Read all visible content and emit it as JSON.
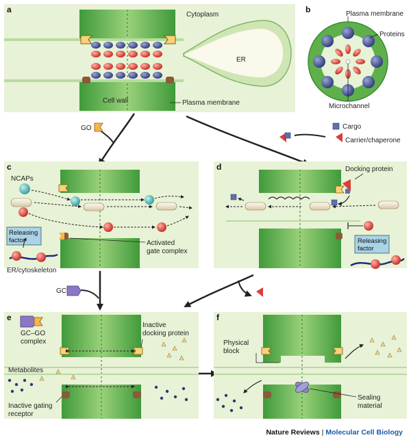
{
  "panels": {
    "a": {
      "letter": "a",
      "labels": {
        "cytoplasm": "Cytoplasm",
        "er": "ER",
        "cell_wall": "Cell wall",
        "plasma_membrane": "Plasma membrane"
      }
    },
    "b": {
      "letter": "b",
      "labels": {
        "plasma_membrane": "Plasma membrane",
        "proteins": "Proteins",
        "microchannel": "Microchannel"
      }
    },
    "c": {
      "letter": "c",
      "labels": {
        "ncaps": "NCAPs",
        "releasing_factor_line1": "Releasing",
        "releasing_factor_line2": "factor",
        "er_cytoskeleton": "ER/cytoskeleton",
        "activated_gate_line1": "Activated",
        "activated_gate_line2": "gate complex"
      }
    },
    "d": {
      "letter": "d",
      "labels": {
        "docking_protein": "Docking protein",
        "releasing_factor_line1": "Releasing",
        "releasing_factor_line2": "factor"
      }
    },
    "e": {
      "letter": "e",
      "labels": {
        "gc_go_line1": "GC–GO",
        "gc_go_line2": "complex",
        "inactive_docking_line1": "Inactive",
        "inactive_docking_line2": "docking protein",
        "metabolites": "Metabolites",
        "inactive_gating_line1": "Inactive gating",
        "inactive_gating_line2": "receptor"
      }
    },
    "f": {
      "letter": "f",
      "labels": {
        "physical_block_line1": "Physical",
        "physical_block_line2": "block",
        "sealing_line1": "Sealing",
        "sealing_line2": "material"
      }
    }
  },
  "connectors": {
    "go": "GO",
    "cargo": "Cargo",
    "carrier": "Carrier/chaperone",
    "gc": "GC"
  },
  "credit": {
    "publisher": "Nature Reviews",
    "journal": "Molecular Cell Biology"
  },
  "colors": {
    "panel_bg": "#e8f2d6",
    "wall_green": "#5fb04a",
    "wall_dark": "#3c8a35",
    "protein_blue": "#3f4b8e",
    "protein_red": "#d8403a",
    "journal_blue": "#1b5aa6",
    "factor_box": "#a9d3e6",
    "connector_orange": "#f0a020"
  }
}
